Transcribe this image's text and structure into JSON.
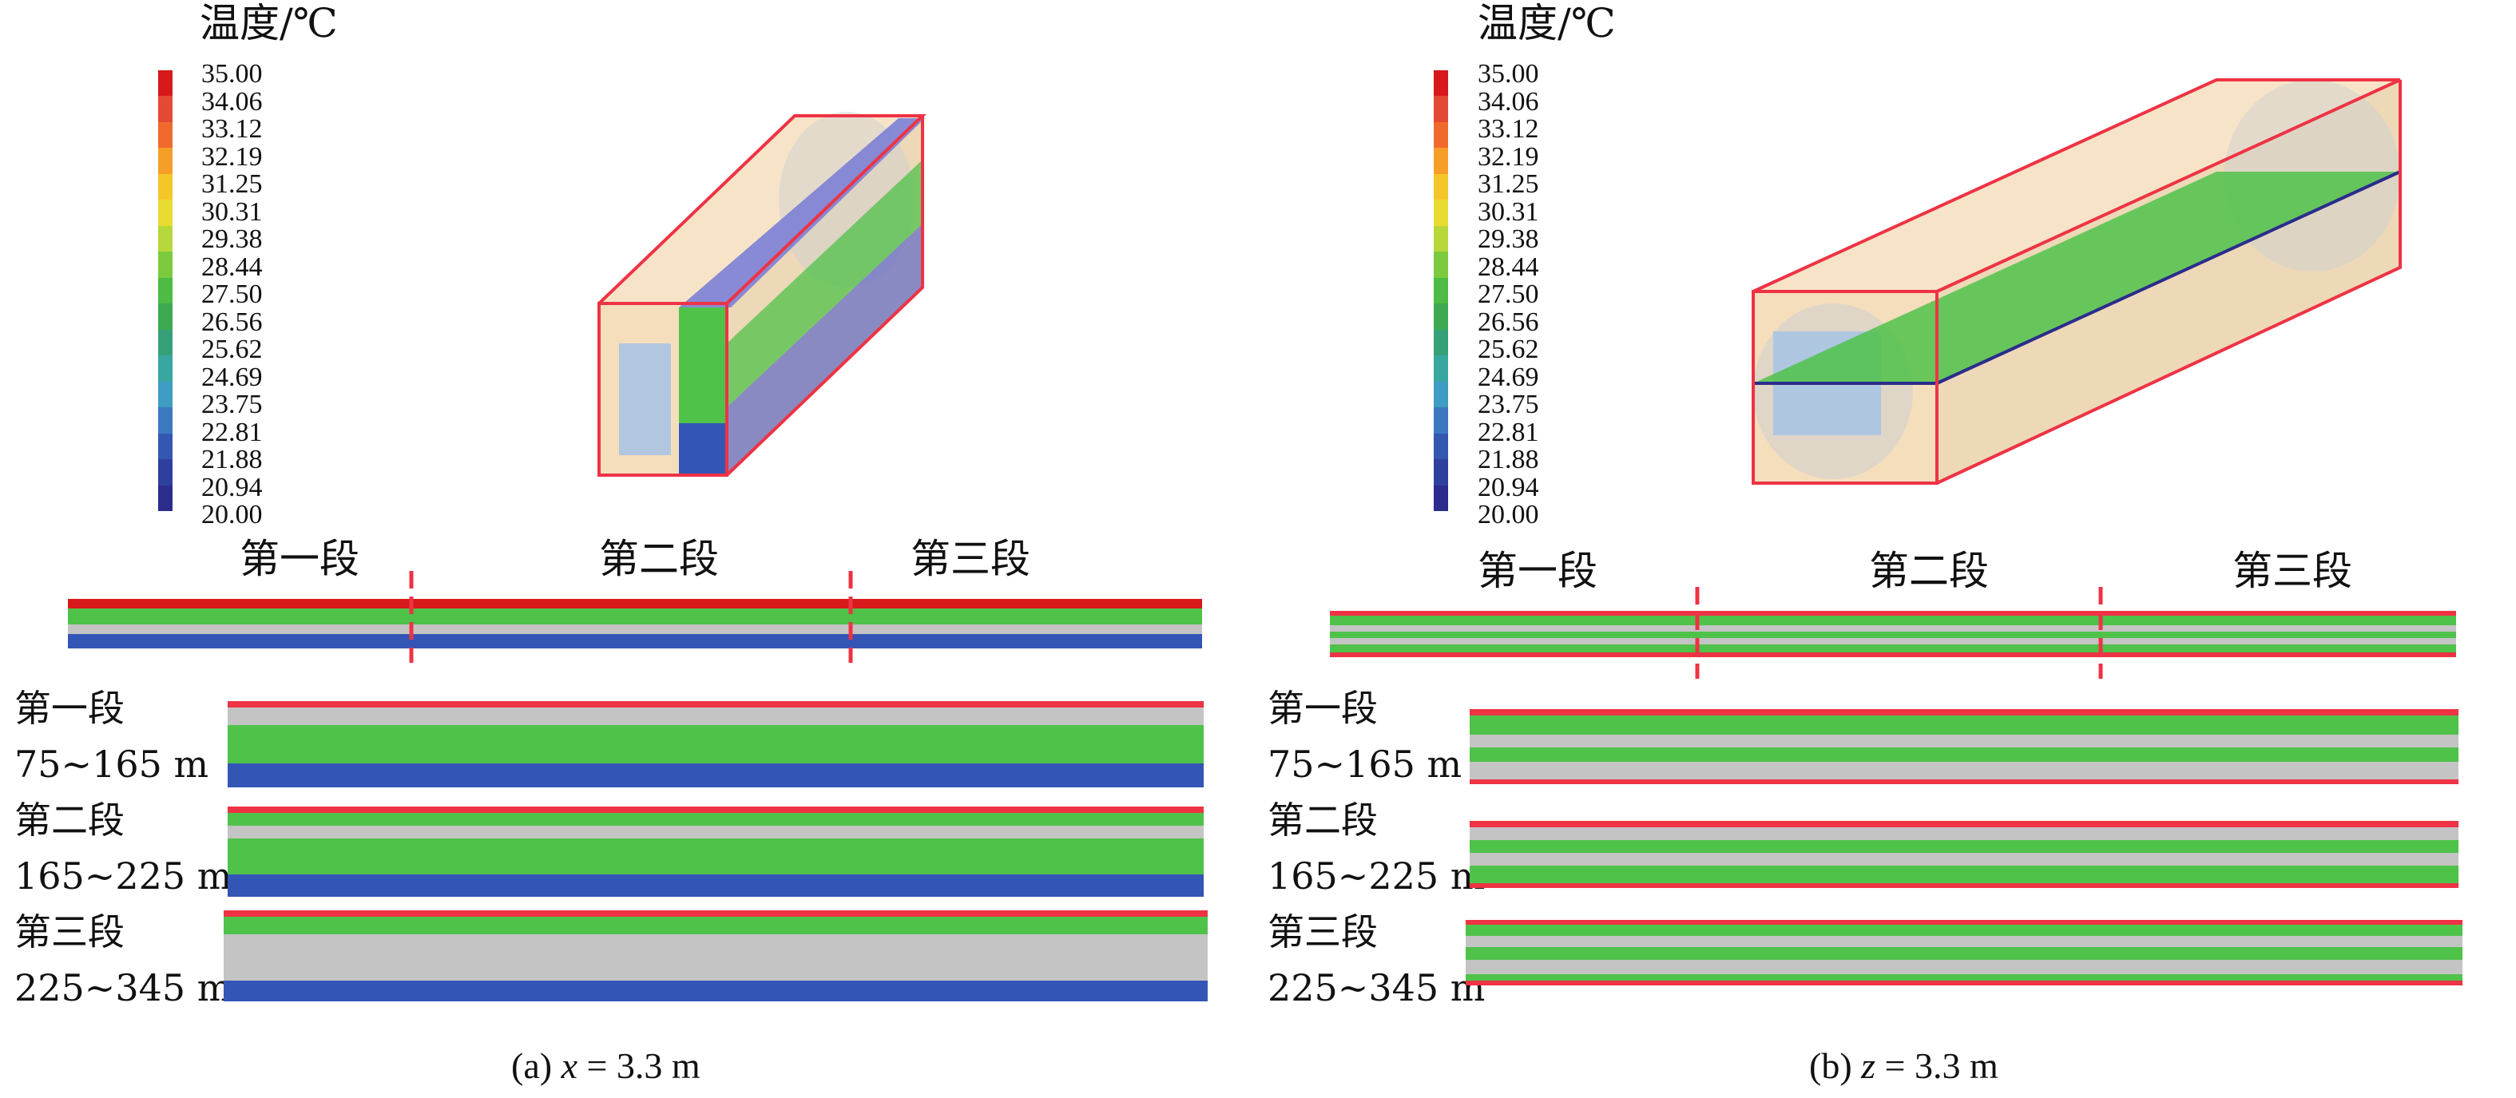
{
  "legend": {
    "title": "温度/℃",
    "ticks": [
      "35.00",
      "34.06",
      "33.12",
      "32.19",
      "31.25",
      "30.31",
      "29.38",
      "28.44",
      "27.50",
      "26.56",
      "25.62",
      "24.69",
      "23.75",
      "22.81",
      "21.88",
      "20.94",
      "20.00"
    ],
    "colors": [
      "#d7191c",
      "#e34a33",
      "#f06a2e",
      "#f59f2a",
      "#f3c72a",
      "#e8dc33",
      "#b7d83c",
      "#7ccb3e",
      "#4dbb44",
      "#3daa52",
      "#36a078",
      "#38a7a0",
      "#3f9cc2",
      "#3c78c0",
      "#3457b1",
      "#2f3f9e",
      "#2b2c8c"
    ]
  },
  "colors": {
    "air_green": "#4fc24a",
    "gray": "#c4c4c4",
    "floor_blue": "#3355b5",
    "edge_red": "#ee3344",
    "box_face": "#f3d8b0"
  },
  "segments": [
    "第一段",
    "第二段",
    "第三段"
  ],
  "ranges": [
    "75~165 m",
    "165~225 m",
    "225~345 m"
  ],
  "captions": {
    "a": {
      "prefix": "(a) ",
      "var": "x",
      "suffix": " = 3.3 m"
    },
    "b": {
      "prefix": "(b) ",
      "var": "z",
      "suffix": " = 3.3 m"
    }
  }
}
